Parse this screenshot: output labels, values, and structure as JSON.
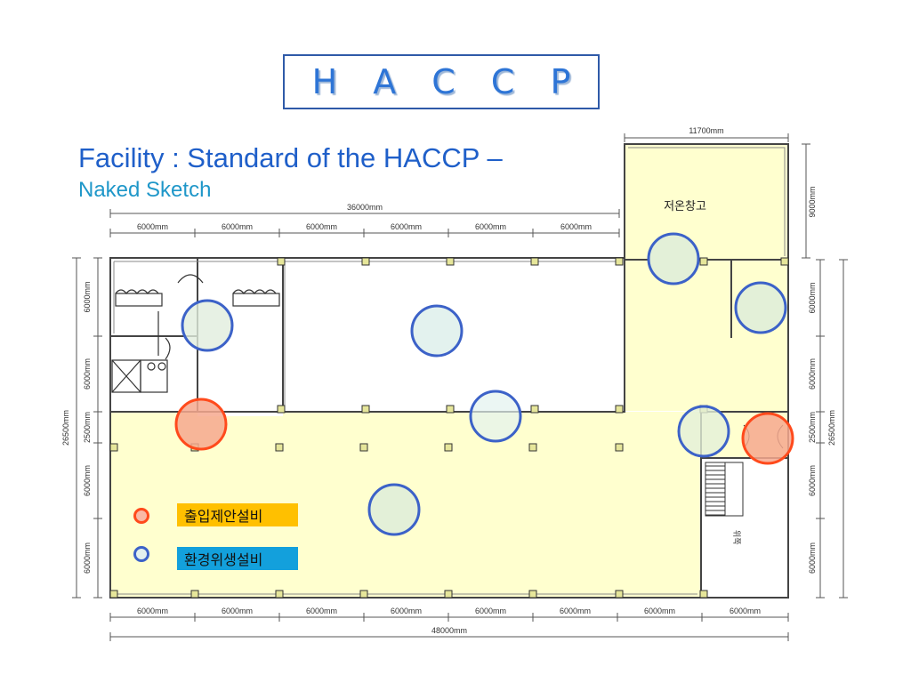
{
  "title": "H A C C P",
  "heading": "Facility : Standard of the HACCP –",
  "subheading": "Naked Sketch",
  "colors": {
    "accent_blue": "#2e75d6",
    "floor_fill": "#ffffcf",
    "restrict_ring": "#ff4a1c",
    "hygiene_ring": "#3c62c8",
    "legend_restrict_bg": "#ffc000",
    "legend_hygiene_bg": "#13a0dc"
  },
  "plan": {
    "cold_storage_label": "저온창고",
    "stair_label": "위쪽",
    "dims": {
      "top_total": "36000mm",
      "top_segments": [
        "6000mm",
        "6000mm",
        "6000mm",
        "6000mm",
        "6000mm",
        "6000mm"
      ],
      "right_top_width": "11700mm",
      "bottom_segments": [
        "6000mm",
        "6000mm",
        "6000mm",
        "6000mm",
        "6000mm",
        "6000mm",
        "6000mm",
        "6000mm"
      ],
      "bottom_total": "48000mm",
      "left_total": "26500mm",
      "left_segments": [
        "6000mm",
        "6000mm",
        "2500mm",
        "6000mm",
        "6000mm"
      ],
      "right_total": "26500mm",
      "right_outer_top": "9000mm",
      "right_segments": [
        "6000mm",
        "6000mm",
        "2500mm",
        "6000mm",
        "6000mm"
      ]
    }
  },
  "legend": {
    "restrict": "출입제안설비",
    "hygiene": "환경위생설비"
  }
}
